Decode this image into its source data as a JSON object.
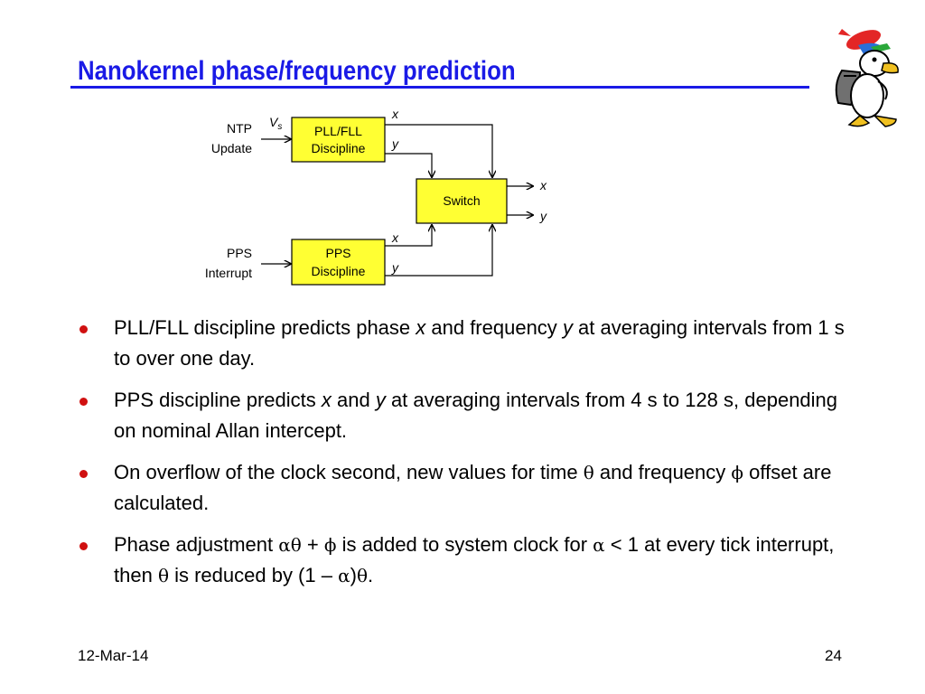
{
  "slide": {
    "title": "Nanokernel phase/frequency prediction",
    "footer_date": "12-Mar-14",
    "page_number": "24"
  },
  "diagram": {
    "inputs": {
      "ntp_line1": "NTP",
      "ntp_line2": "Update",
      "pps_line1": "PPS",
      "pps_line2": "Interrupt"
    },
    "vs_main": "V",
    "vs_sub": "s",
    "pll_block": {
      "line1": "PLL/FLL",
      "line2": "Discipline"
    },
    "pps_block": {
      "line1": "PPS",
      "line2": "Discipline"
    },
    "switch_block": {
      "label": "Switch"
    },
    "pll_out_x": "x",
    "pll_out_y": "y",
    "pps_out_x": "x",
    "pps_out_y": "y",
    "switch_out_x": "x",
    "switch_out_y": "y"
  },
  "bullets": [
    {
      "parts": [
        {
          "t": "PLL/FLL discipline predicts phase "
        },
        {
          "t": "x",
          "i": true
        },
        {
          "t": " and frequency "
        },
        {
          "t": "y",
          "i": true
        },
        {
          "t": " at averaging intervals from 1 s to over one day."
        }
      ]
    },
    {
      "parts": [
        {
          "t": "PPS discipline predicts "
        },
        {
          "t": "x",
          "i": true
        },
        {
          "t": " and "
        },
        {
          "t": "y",
          "i": true
        },
        {
          "t": " at averaging intervals from 4 s to 128 s, depending on nominal Allan intercept."
        }
      ]
    },
    {
      "parts": [
        {
          "t": "On overflow of the clock second, new values  for time "
        },
        {
          "t": "θ",
          "s": true
        },
        {
          "t": " and frequency "
        },
        {
          "t": "ϕ",
          "s": true
        },
        {
          "t": " offset are calculated."
        }
      ]
    },
    {
      "parts": [
        {
          "t": "Phase adjustment "
        },
        {
          "t": "αθ",
          "s": true
        },
        {
          "t": " + "
        },
        {
          "t": "ϕ",
          "s": true
        },
        {
          "t": " is added to system clock for "
        },
        {
          "t": "α",
          "s": true
        },
        {
          "t": " < 1 at every tick interrupt, then "
        },
        {
          "t": "θ",
          "s": true
        },
        {
          "t": " is reduced by (1 – "
        },
        {
          "t": "α",
          "s": true
        },
        {
          "t": ")"
        },
        {
          "t": "θ",
          "s": true
        },
        {
          "t": "."
        }
      ]
    }
  ],
  "colors": {
    "title": "#1a1ae6",
    "block_fill": "#ffff33",
    "bullet": "#d01010"
  }
}
